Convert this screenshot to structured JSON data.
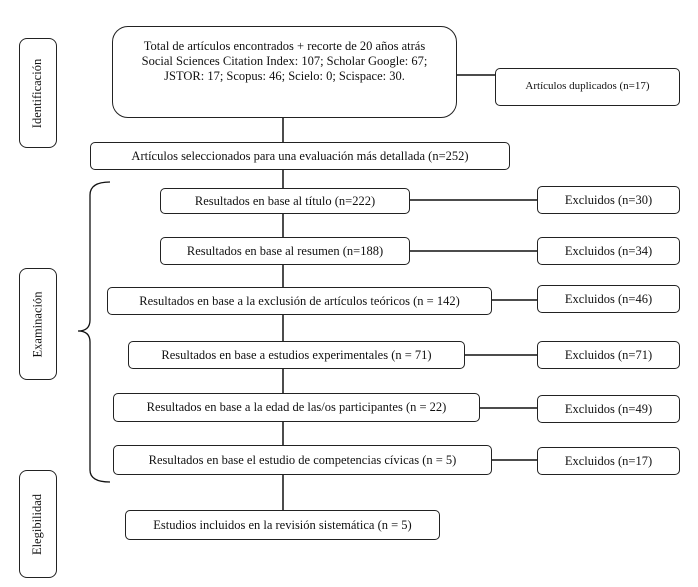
{
  "stages": [
    "Identificación",
    "Examinación",
    "Elegibilidad"
  ],
  "top_box": {
    "line1": "Total de artículos encontrados + recorte de 20 años atrás",
    "line2": "Social Sciences Citation Index: 107; Scholar Google: 67;",
    "line3": "JSTOR: 17; Scopus: 46; Scielo: 0; Scispace: 30."
  },
  "duplicates": "Artículos duplicados (n=17)",
  "selected": "Artículos seleccionados para una evaluación más detallada (n=252)",
  "steps": [
    {
      "label": "Resultados en base al título (n=222)",
      "excluded": "Excluidos (n=30)"
    },
    {
      "label": "Resultados en base al resumen (n=188)",
      "excluded": "Excluidos (n=34)"
    },
    {
      "label": "Resultados en base a la exclusión de artículos teóricos (n = 142)",
      "excluded": "Excluidos (n=46)"
    },
    {
      "label": "Resultados en base a estudios experimentales (n = 71)",
      "excluded": "Excluidos (n=71)"
    },
    {
      "label": "Resultados en base a la edad de las/os participantes (n = 22)",
      "excluded": "Excluidos (n=49)"
    },
    {
      "label": "Resultados en base el estudio de competencias cívicas (n = 5)",
      "excluded": "Excluidos (n=17)"
    }
  ],
  "included": "Estudios incluidos en la revisión sistemática (n = 5)"
}
